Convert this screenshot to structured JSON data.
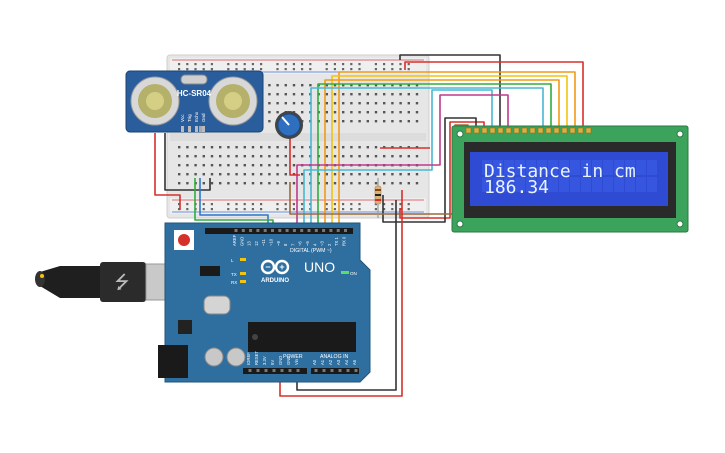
{
  "sensor": {
    "label": "HC-SR04",
    "pins": [
      "Vcc",
      "Trig",
      "Echo",
      "Gnd"
    ]
  },
  "arduino": {
    "model": "UNO",
    "brand": "ARDUINO",
    "digital_label": "DIGITAL (PWM ~)",
    "power_label": "POWER",
    "analog_label": "ANALOG IN",
    "on_label": "ON",
    "tx_label": "TX",
    "rx_label": "RX",
    "l_label": "L",
    "power_pins": [
      "IOREF",
      "RESET",
      "3.3V",
      "5V",
      "GND",
      "GND",
      "Vin"
    ],
    "analog_pins": [
      "A0",
      "A1",
      "A2",
      "A3",
      "A4",
      "A5"
    ],
    "digital_pins": [
      "AREF",
      "GND",
      "13",
      "12",
      "~11",
      "~10",
      "~9",
      "8",
      "7",
      "~6",
      "~5",
      "4",
      "~3",
      "2",
      "TX 1",
      "RX 0"
    ]
  },
  "lcd": {
    "line1": "Distance in cm",
    "line2": "186.34"
  },
  "colors": {
    "breadboard": "#e9e9e9",
    "arduino": "#2f6f9f",
    "lcd_pcb": "#3ca35c",
    "lcd_screen": "#2f4ad3",
    "wire_red": "#d6302a",
    "wire_black": "#333333",
    "wire_orange": "#f29a16",
    "wire_yellow": "#f1c40f",
    "wire_green": "#2fae3f",
    "wire_blue": "#2f77c9",
    "wire_cyan": "#49b7d3",
    "wire_magenta": "#c0398d",
    "wire_brown": "#9a6a3b"
  }
}
